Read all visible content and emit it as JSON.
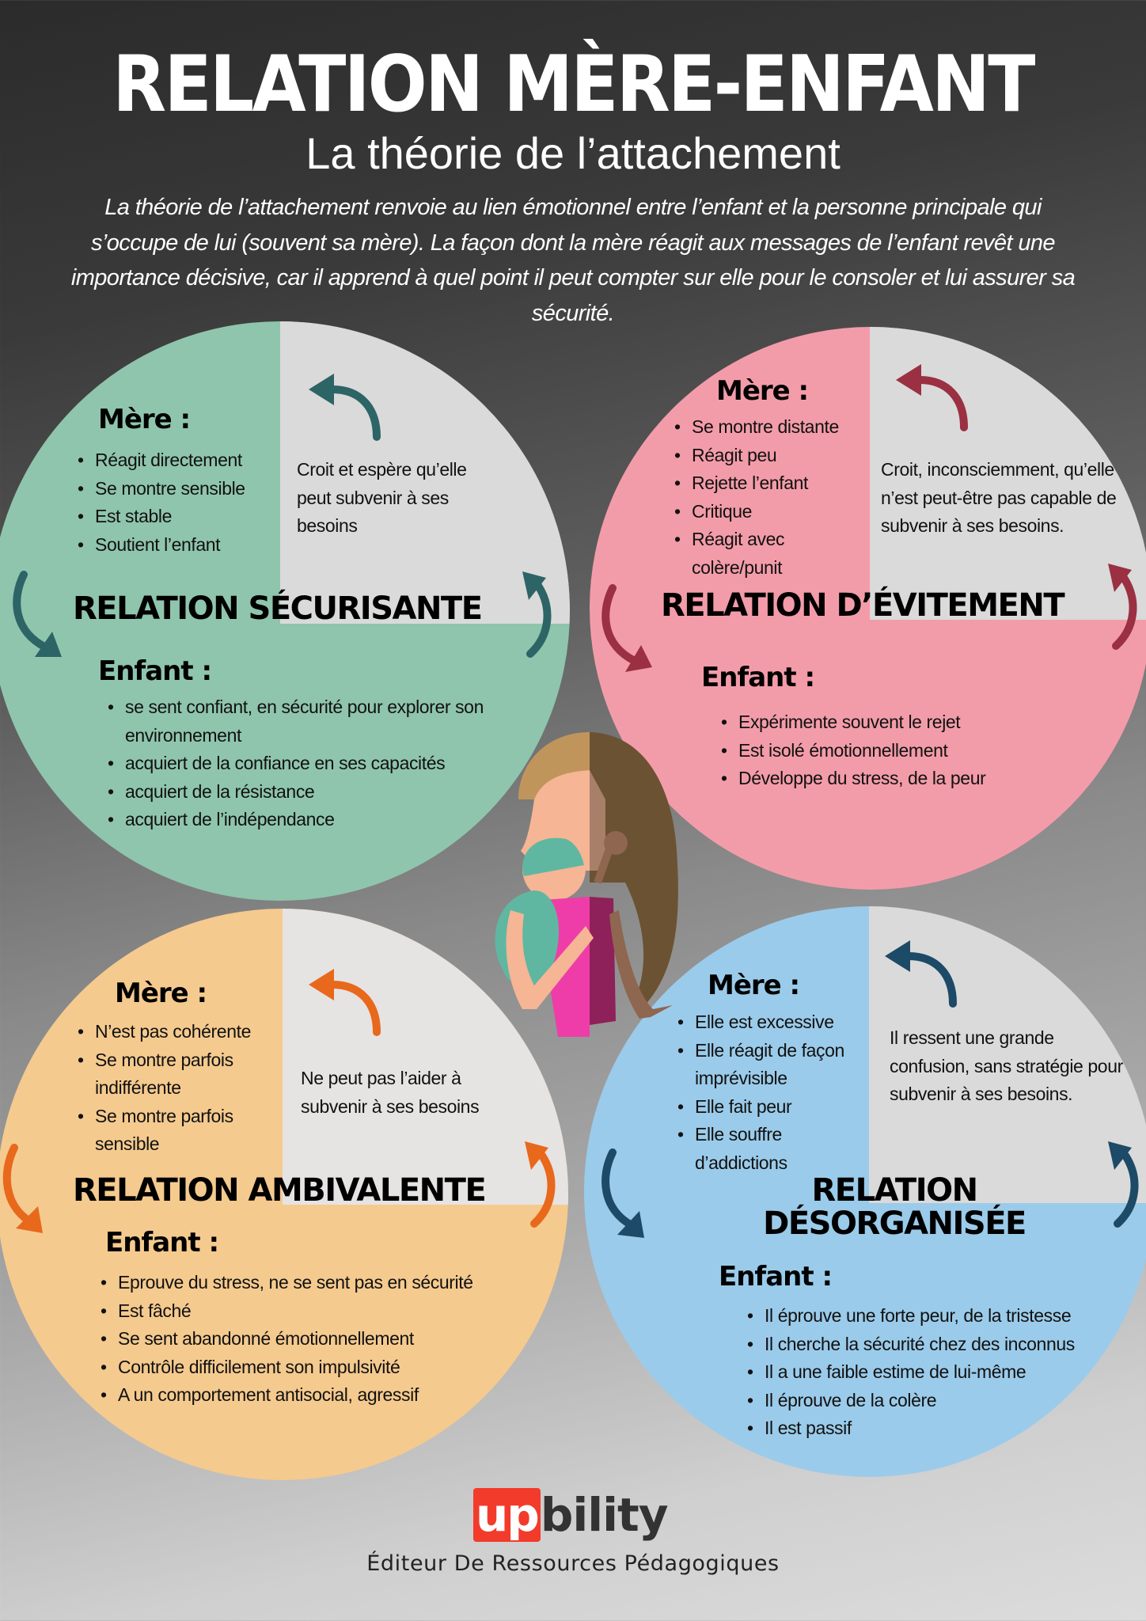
{
  "header": {
    "title": "RELATION MÈRE-ENFANT",
    "subtitle": "La théorie de l’attachement",
    "intro": "La théorie de l’attachement renvoie au lien émotionnel entre l’enfant et la personne principale qui s’occupe de lui (souvent sa mère). La façon dont la mère réagit aux messages de l’enfant revêt une importance décisive, car il apprend à quel point il peut compter sur elle pour le consoler et lui assurer sa sécurité."
  },
  "colors": {
    "secure": "#8fc5ad",
    "secure_arrow": "#2d6466",
    "avoidant": "#f39ca9",
    "avoidant_arrow": "#9b3043",
    "ambivalent": "#f5ca8e",
    "ambivalent_arrow": "#e8681c",
    "disorganized": "#9bcbea",
    "disorganized_arrow": "#1d4a66",
    "quadrant_grey": "#dadada",
    "logo_red": "#f33b2b"
  },
  "relations": [
    {
      "id": "securisante",
      "title": "RELATION SÉCURISANTE",
      "mother_heading": "Mère :",
      "mother_items": [
        "Réagit directement",
        "Se montre sensible",
        "Est stable",
        "Soutient l’enfant"
      ],
      "belief": "Croit et espère qu’elle peut subvenir à ses besoins",
      "child_heading": "Enfant :",
      "child_items": [
        "se sent confiant, en sécurité pour explorer son environnement",
        "acquiert de la confiance en ses capacités",
        "acquiert de la résistance",
        "acquiert de l’indépendance"
      ]
    },
    {
      "id": "evitement",
      "title": "RELATION D’ÉVITEMENT",
      "mother_heading": "Mère :",
      "mother_items": [
        "Se montre distante",
        "Réagit peu",
        "Rejette l’enfant",
        "Critique",
        "Réagit avec colère/punit"
      ],
      "belief": "Croit, inconsciemment, qu’elle n’est peut-être pas capable de subvenir à ses besoins.",
      "child_heading": "Enfant :",
      "child_items": [
        "Expérimente souvent le rejet",
        "Est isolé émotionnellement",
        "Développe du stress, de la peur"
      ]
    },
    {
      "id": "ambivalente",
      "title": "RELATION AMBIVALENTE",
      "mother_heading": "Mère :",
      "mother_items": [
        "N’est pas cohérente",
        "Se montre parfois indifférente",
        "Se montre parfois sensible"
      ],
      "belief": "Ne peut pas l’aider à subvenir à ses besoins",
      "child_heading": "Enfant :",
      "child_items": [
        "Eprouve du stress, ne se sent pas en sécurité",
        "Est fâché",
        "Se sent abandonné émotionnellement",
        "Contrôle difficilement son impulsivité",
        "A un comportement antisocial, agressif"
      ]
    },
    {
      "id": "desorganisee",
      "title_line1": "RELATION",
      "title_line2": "DÉSORGANISÉE",
      "mother_heading": "Mère :",
      "mother_items": [
        "Elle est excessive",
        "Elle réagit de façon imprévisible",
        "Elle fait peur",
        "Elle souffre d’addictions"
      ],
      "belief": "Il ressent une grande confusion, sans stratégie pour subvenir à ses besoins.",
      "child_heading": "Enfant :",
      "child_items": [
        "Il éprouve une forte peur, de la tristesse",
        "Il cherche la sécurité chez des inconnus",
        "Il a une faible estime de lui-même",
        "Il éprouve de la colère",
        "Il est passif"
      ]
    }
  ],
  "illustration": {
    "icon": "mother-holding-baby-illustration"
  },
  "footer": {
    "logo_up": "up",
    "logo_rest": "bility",
    "tagline": "Éditeur De Ressources Pédagogiques"
  }
}
